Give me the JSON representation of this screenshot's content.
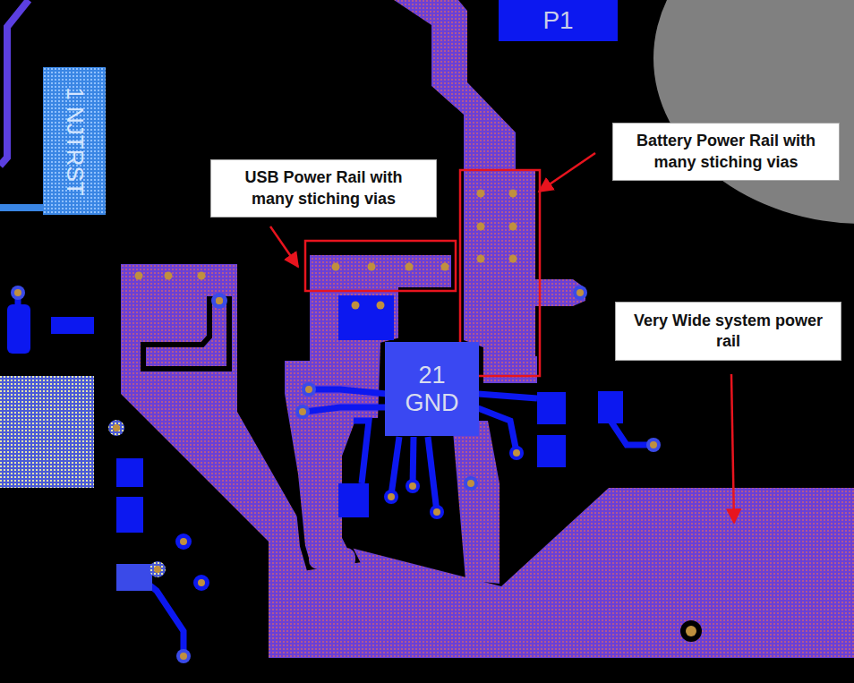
{
  "diagram": {
    "nodes": [
      {
        "text": [
          "P1"
        ]
      },
      {
        "text": [
          "1 NJTRST"
        ]
      },
      {
        "text": [
          "Battery Power Rail with many stiching vias"
        ]
      },
      {
        "text": [
          "USB Power Rail with many stiching vias"
        ]
      },
      {
        "text": [
          "Very Wide system power rail"
        ]
      },
      {
        "text": [
          "21 GND"
        ]
      }
    ]
  }
}
